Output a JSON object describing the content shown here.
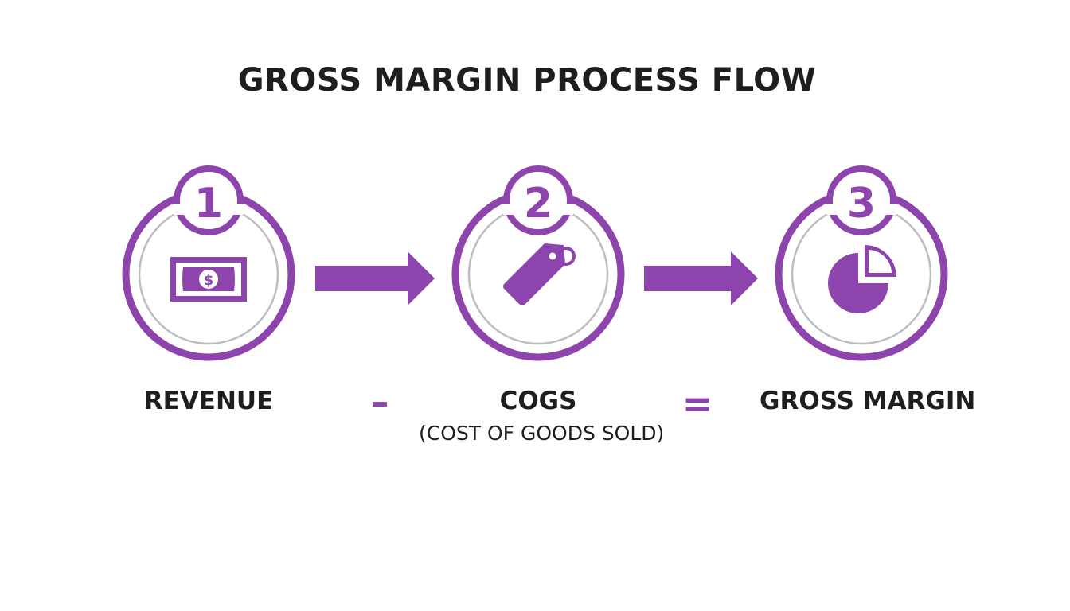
{
  "title": "GROSS MARGIN PROCESS FLOW",
  "colors": {
    "accent": "#8e44ad",
    "ring_inner": "#bdbdbd",
    "text": "#1e1e1e",
    "background": "#ffffff"
  },
  "steps": [
    {
      "number": "1",
      "label": "REVENUE",
      "sublabel": "",
      "icon": "banknote-icon"
    },
    {
      "number": "2",
      "label": "COGS",
      "sublabel": "(COST OF GOODS SOLD)",
      "icon": "price-tag-icon"
    },
    {
      "number": "3",
      "label": "GROSS MARGIN",
      "sublabel": "",
      "icon": "pie-chart-icon"
    }
  ],
  "operators": [
    "–",
    "="
  ]
}
